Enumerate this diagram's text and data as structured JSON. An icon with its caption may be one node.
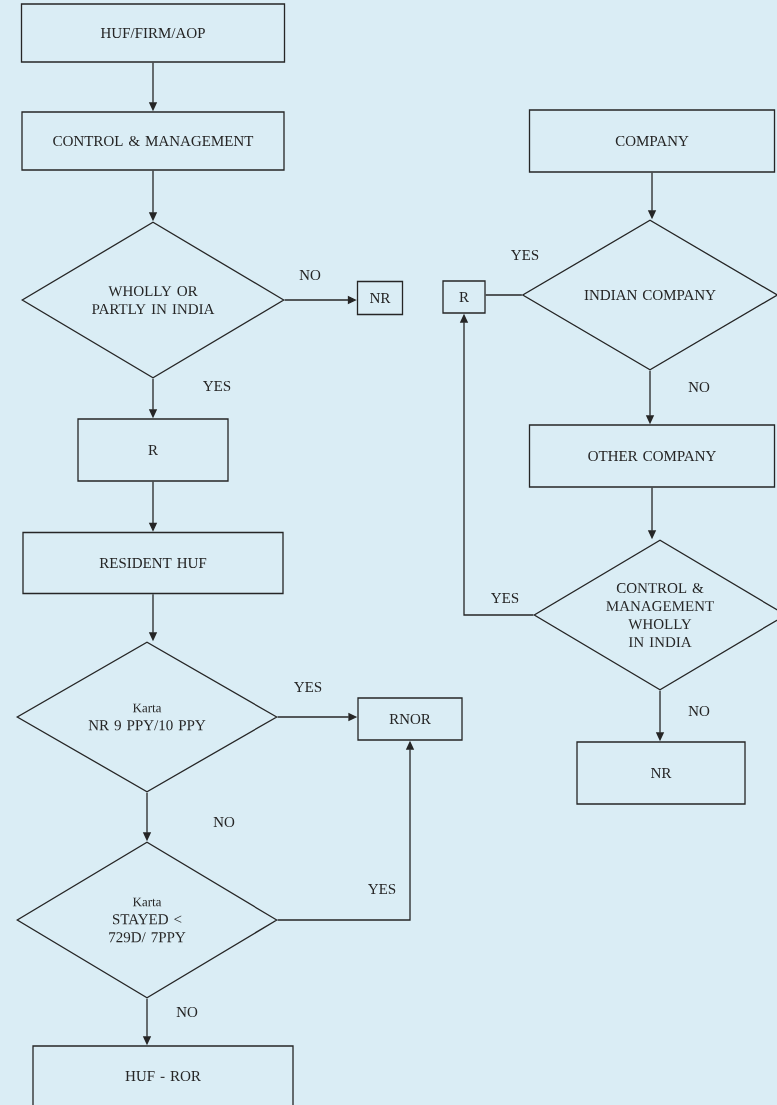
{
  "diagram": {
    "nodes": [
      {
        "text": [
          "HUF/FIRM/AOP"
        ]
      },
      {
        "text": [
          "CONTROL & MANAGEMENT"
        ]
      },
      {
        "text": [
          "WHOLLY OR PARTLY IN INDIA"
        ]
      },
      {
        "text": [
          "NR"
        ]
      },
      {
        "text": [
          "R"
        ]
      },
      {
        "text": [
          "RESIDENT HUF"
        ]
      },
      {
        "text": [
          "Karta",
          "NR 9 PPY/10 PPY"
        ]
      },
      {
        "text": [
          "RNOR"
        ]
      },
      {
        "text": [
          "Karta",
          "STAYED < 729D/ 7PPY"
        ]
      },
      {
        "text": [
          "HUF - ROR"
        ]
      },
      {
        "text": [
          "COMPANY"
        ]
      },
      {
        "text": [
          "INDIAN COMPANY"
        ]
      },
      {
        "text": [
          "R"
        ]
      },
      {
        "text": [
          "OTHER  COMPANY"
        ]
      },
      {
        "text": [
          "CONTROL & MANAGEMENT WHOLLY IN INDIA"
        ]
      },
      {
        "text": [
          "NR"
        ]
      }
    ],
    "edges": [
      {
        "from": 0,
        "to": 1,
        "arrow": "to"
      },
      {
        "from": 1,
        "to": 2,
        "arrow": "to"
      },
      {
        "from": 2,
        "to": 3,
        "arrow": "to",
        "label": "NO"
      },
      {
        "from": 2,
        "to": 4,
        "arrow": "to",
        "label": "YES"
      },
      {
        "from": 4,
        "to": 5,
        "arrow": "to"
      },
      {
        "from": 5,
        "to": 6,
        "arrow": "to"
      },
      {
        "from": 6,
        "to": 7,
        "arrow": "to",
        "label": "YES"
      },
      {
        "from": 6,
        "to": 8,
        "arrow": "to",
        "label": "NO"
      },
      {
        "from": 8,
        "to": 7,
        "arrow": "to",
        "label": "YES"
      },
      {
        "from": 8,
        "to": 9,
        "arrow": "to",
        "label": "NO"
      },
      {
        "from": 10,
        "to": 11,
        "arrow": "to"
      },
      {
        "from": 11,
        "to": 12,
        "arrow": "none",
        "label": "YES"
      },
      {
        "from": 11,
        "to": 13,
        "arrow": "to",
        "label": "NO"
      },
      {
        "from": 13,
        "to": 14,
        "arrow": "to"
      },
      {
        "from": 14,
        "to": 12,
        "arrow": "to",
        "label": "YES"
      },
      {
        "from": 14,
        "to": 15,
        "arrow": "to",
        "label": "NO"
      }
    ]
  }
}
